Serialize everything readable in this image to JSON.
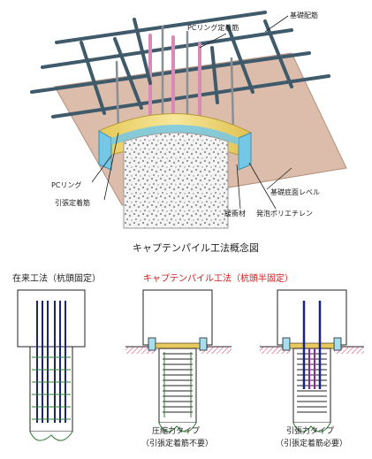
{
  "top": {
    "title": "キャプテンパイル工法概念図",
    "labels": {
      "foundation_rebar": "基礎配筋",
      "pc_ring_anchor": "PCリング定着筋",
      "pc_ring": "PCリング",
      "tension_anchor": "引張定着筋",
      "base_level": "基礎底面レベル",
      "buffer_material": "緩衝材",
      "foam_polyethylene": "発泡ポリエチレン"
    }
  },
  "bottom": {
    "conventional_title": "在来工法（杭頭固定）",
    "captain_title": "キャプテンパイル工法（杭頭半固定）",
    "compression_type": "圧縮力タイプ",
    "compression_note": "（引張定着筋不要）",
    "tension_type": "引張力タイプ",
    "tension_note": "（引張定着筋必要）"
  },
  "colors": {
    "rebar": "#3f5a6b",
    "slab": "#d9b6a4",
    "ring_yellow": "#f2de7a",
    "ring_blue": "#74c8e6",
    "pink_bar": "#d98ab7",
    "accent_red": "#d41a1a",
    "dark_blue_bar": "#1a237e"
  }
}
